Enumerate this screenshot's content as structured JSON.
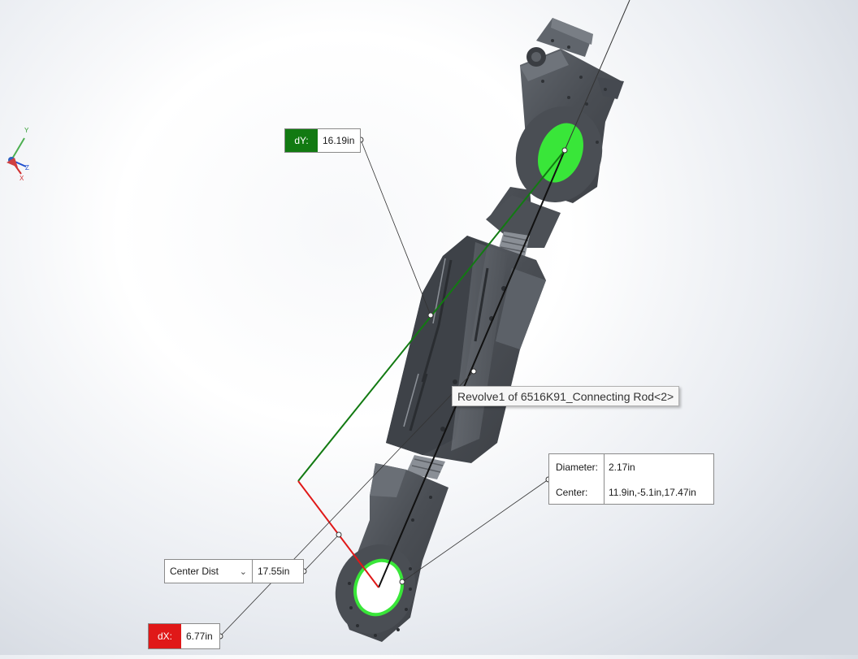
{
  "measurement": {
    "dy": {
      "label": "dY:",
      "value": "16.19in"
    },
    "dx": {
      "label": "dX:",
      "value": "6.77in"
    },
    "center_dist": {
      "mode": "Center Dist",
      "value": "17.55in"
    },
    "circle": {
      "diameter_label": "Diameter:",
      "diameter_value": "2.17in",
      "center_label": "Center:",
      "center_value": "11.9in,-5.1in,17.47in"
    }
  },
  "tooltip": "Revolve1 of 6516K91_Connecting Rod<2>",
  "triad": {
    "x": "X",
    "y": "Y",
    "z": "Z"
  },
  "colors": {
    "dy_green": "#127a12",
    "dx_red": "#e01818",
    "selection_green": "#39e639",
    "part_gray": "#55595f"
  }
}
